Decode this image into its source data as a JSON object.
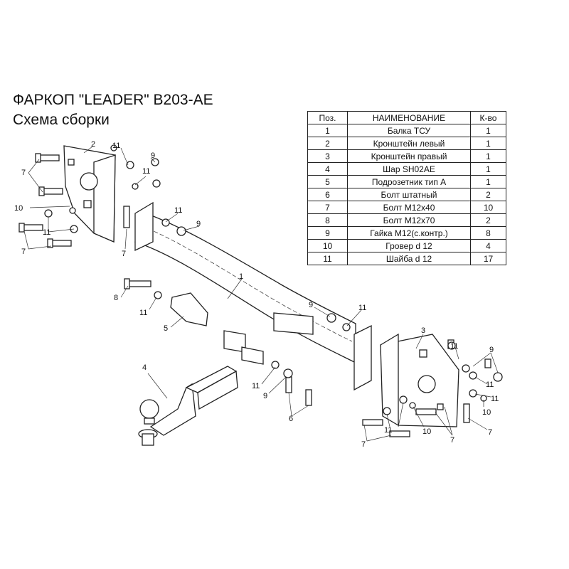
{
  "header": {
    "title": "ФАРКОП \"LEADER\" B203-AE",
    "subtitle": "Схема сборки"
  },
  "parts_table": {
    "columns": [
      "Поз.",
      "НАИМЕНОВАНИЕ",
      "К-во"
    ],
    "rows": [
      [
        "1",
        "Балка ТСУ",
        "1"
      ],
      [
        "2",
        "Кронштейн левый",
        "1"
      ],
      [
        "3",
        "Кронштейн правый",
        "1"
      ],
      [
        "4",
        "Шар SH02AE",
        "1"
      ],
      [
        "5",
        "Подрозетник тип А",
        "1"
      ],
      [
        "6",
        "Болт штатный",
        "2"
      ],
      [
        "7",
        "Болт М12х40",
        "10"
      ],
      [
        "8",
        "Болт М12х70",
        "2"
      ],
      [
        "9",
        "Гайка М12(с.контр.)",
        "8"
      ],
      [
        "10",
        "Гровер d 12",
        "4"
      ],
      [
        "11",
        "Шайба d 12",
        "17"
      ]
    ]
  },
  "callouts": {
    "n1": "1",
    "n2": "2",
    "n3": "3",
    "n4": "4",
    "n5": "5",
    "n6": "6",
    "n7": "7",
    "n8": "8",
    "n9": "9",
    "n10": "10",
    "n11": "11"
  }
}
